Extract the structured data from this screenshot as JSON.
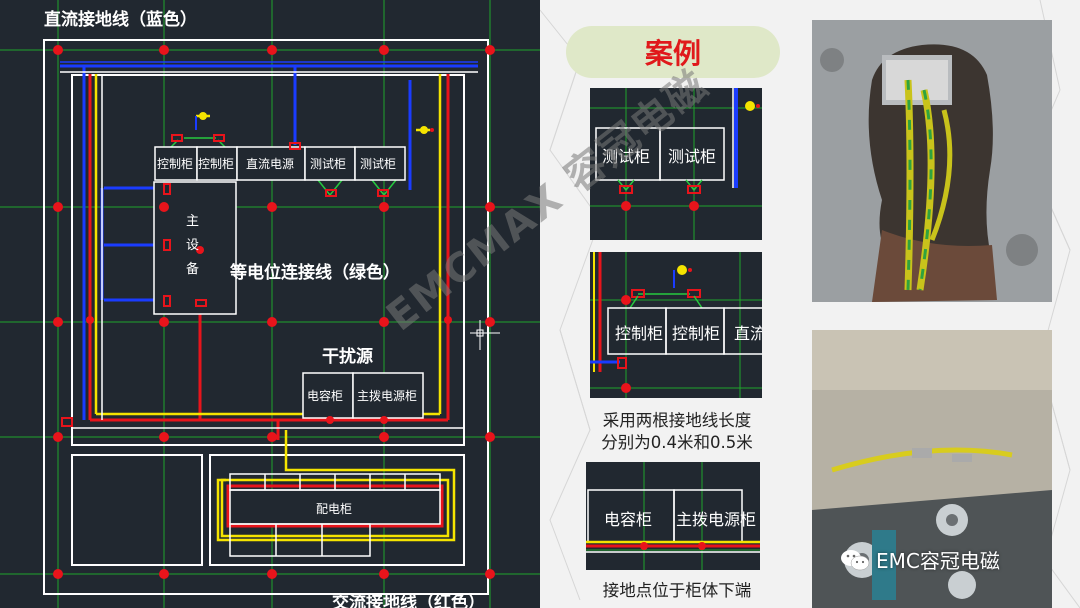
{
  "main_diagram": {
    "dc_ground_label": "直流接地线（蓝色）",
    "equipotential_label": "等电位连接线（绿色）",
    "interference_label": "干扰源",
    "ac_ground_label": "交流接地线（红色）",
    "cabinets": {
      "control_1": "控制柜",
      "control_2": "控制柜",
      "dc_power": "直流电源",
      "test_1": "测试柜",
      "test_2": "测试柜",
      "main_equipment": "主设备",
      "capacitor": "电容柜",
      "main_power": "主拨电源柜",
      "distribution": "配电柜"
    }
  },
  "case_panel": {
    "title": "案例",
    "thumb1": {
      "test_1": "测试柜",
      "test_2": "测试柜"
    },
    "thumb2": {
      "control_1": "控制柜",
      "control_2": "控制柜",
      "dc_partial": "直流"
    },
    "caption1_line1": "采用两根接地线长度",
    "caption1_line2": "分别为0.4米和0.5米",
    "thumb3": {
      "capacitor": "电容柜",
      "main_power": "主拨电源柜"
    },
    "caption2": "接地点位于柜体下端"
  },
  "watermarks": {
    "diagonal": "EMCMAX  容冠电磁",
    "brand": "EMC容冠电磁"
  },
  "colors": {
    "blue_wire": "#1a3cff",
    "green_wire": "#27c93f",
    "red_wire": "#e8141b",
    "yellow_wire": "#f5e400",
    "accent_red": "#e0191b",
    "pill_bg": "#dfe8c8"
  }
}
